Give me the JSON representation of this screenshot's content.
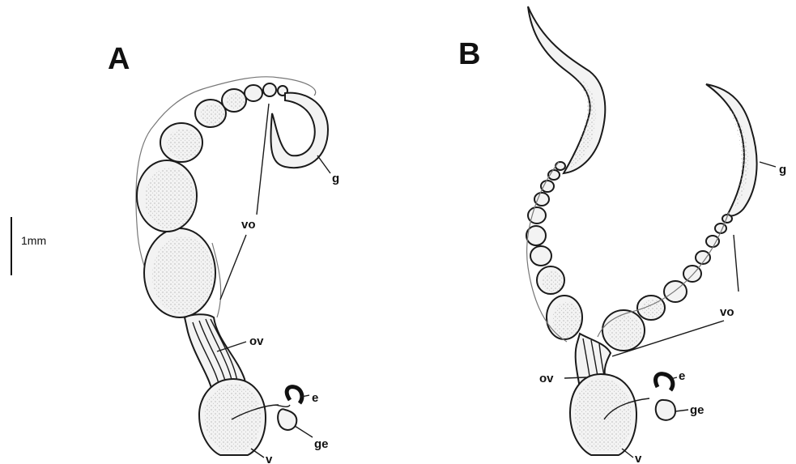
{
  "panels": [
    {
      "letter": "A"
    },
    {
      "letter": "B"
    }
  ],
  "scale_bar": {
    "label": "1mm"
  },
  "labels": {
    "g": "g",
    "vo": "vo",
    "ov": "ov",
    "e": "e",
    "ge": "ge",
    "v": "v"
  }
}
